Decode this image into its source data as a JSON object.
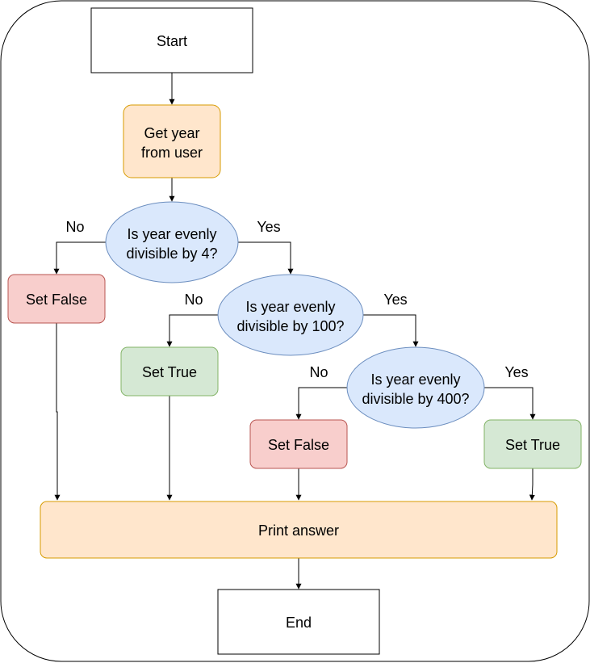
{
  "colors": {
    "border": "#000000",
    "orange_fill": "#ffe6cc",
    "orange_stroke": "#d79b00",
    "blue_fill": "#dae8fc",
    "blue_stroke": "#6c8ebf",
    "red_fill": "#f8cecc",
    "red_stroke": "#b85450",
    "green_fill": "#d5e8d4",
    "green_stroke": "#82b366"
  },
  "nodes": {
    "start": "Start",
    "get_year_line1": "Get year",
    "get_year_line2": "from user",
    "div4_line1": "Is year evenly",
    "div4_line2": "divisible by 4?",
    "set_false_1": "Set False",
    "div100_line1": "Is year evenly",
    "div100_line2": "divisible by 100?",
    "set_true_1": "Set True",
    "div400_line1": "Is year evenly",
    "div400_line2": "divisible by 400?",
    "set_false_2": "Set False",
    "set_true_2": "Set True",
    "print_answer": "Print answer",
    "end": "End"
  },
  "edge_labels": {
    "div4_no": "No",
    "div4_yes": "Yes",
    "div100_no": "No",
    "div100_yes": "Yes",
    "div400_no": "No",
    "div400_yes": "Yes"
  }
}
